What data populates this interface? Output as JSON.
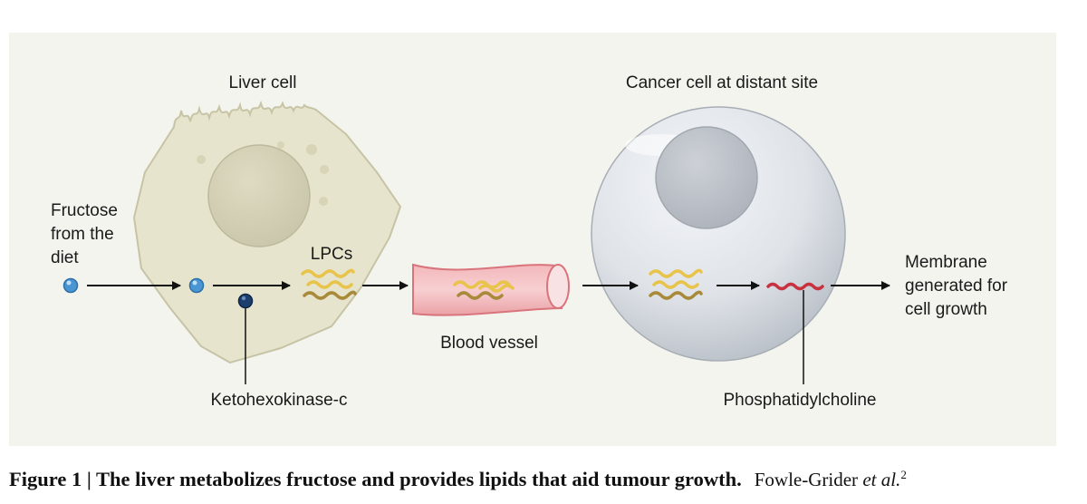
{
  "diagram": {
    "liver_cell_title": "Liver cell",
    "cancer_cell_title": "Cancer cell at distant site",
    "fructose_label": [
      "Fructose",
      "from the",
      "diet"
    ],
    "lpcs_label": "LPCs",
    "blood_vessel_label": "Blood vessel",
    "khk_label": "Ketohexokinase-c",
    "phosphatidylcholine_label": "Phosphatidylcholine",
    "membrane_label": [
      "Membrane",
      "generated for",
      "cell growth"
    ]
  },
  "caption": {
    "main": "Figure 1 | The liver metabolizes fructose and provides lipids that aid tumour growth.",
    "credit_author": "Fowle-Grider ",
    "credit_italic": "et al.",
    "credit_ref": "2"
  },
  "colors": {
    "panel_bg": "#f4f4ee",
    "liver_cell_fill": "#e6e4cc",
    "cancer_cell_fill": "#dfe3e8",
    "fructose_dot": "#4a96d2",
    "ketohexokinase_dot": "#1d3f6e",
    "lipid_gold": "#e9c44c",
    "lipid_brown": "#a88a3a",
    "vessel_red": "#e58d93",
    "phosphatidylcholine_red": "#c8323f"
  }
}
